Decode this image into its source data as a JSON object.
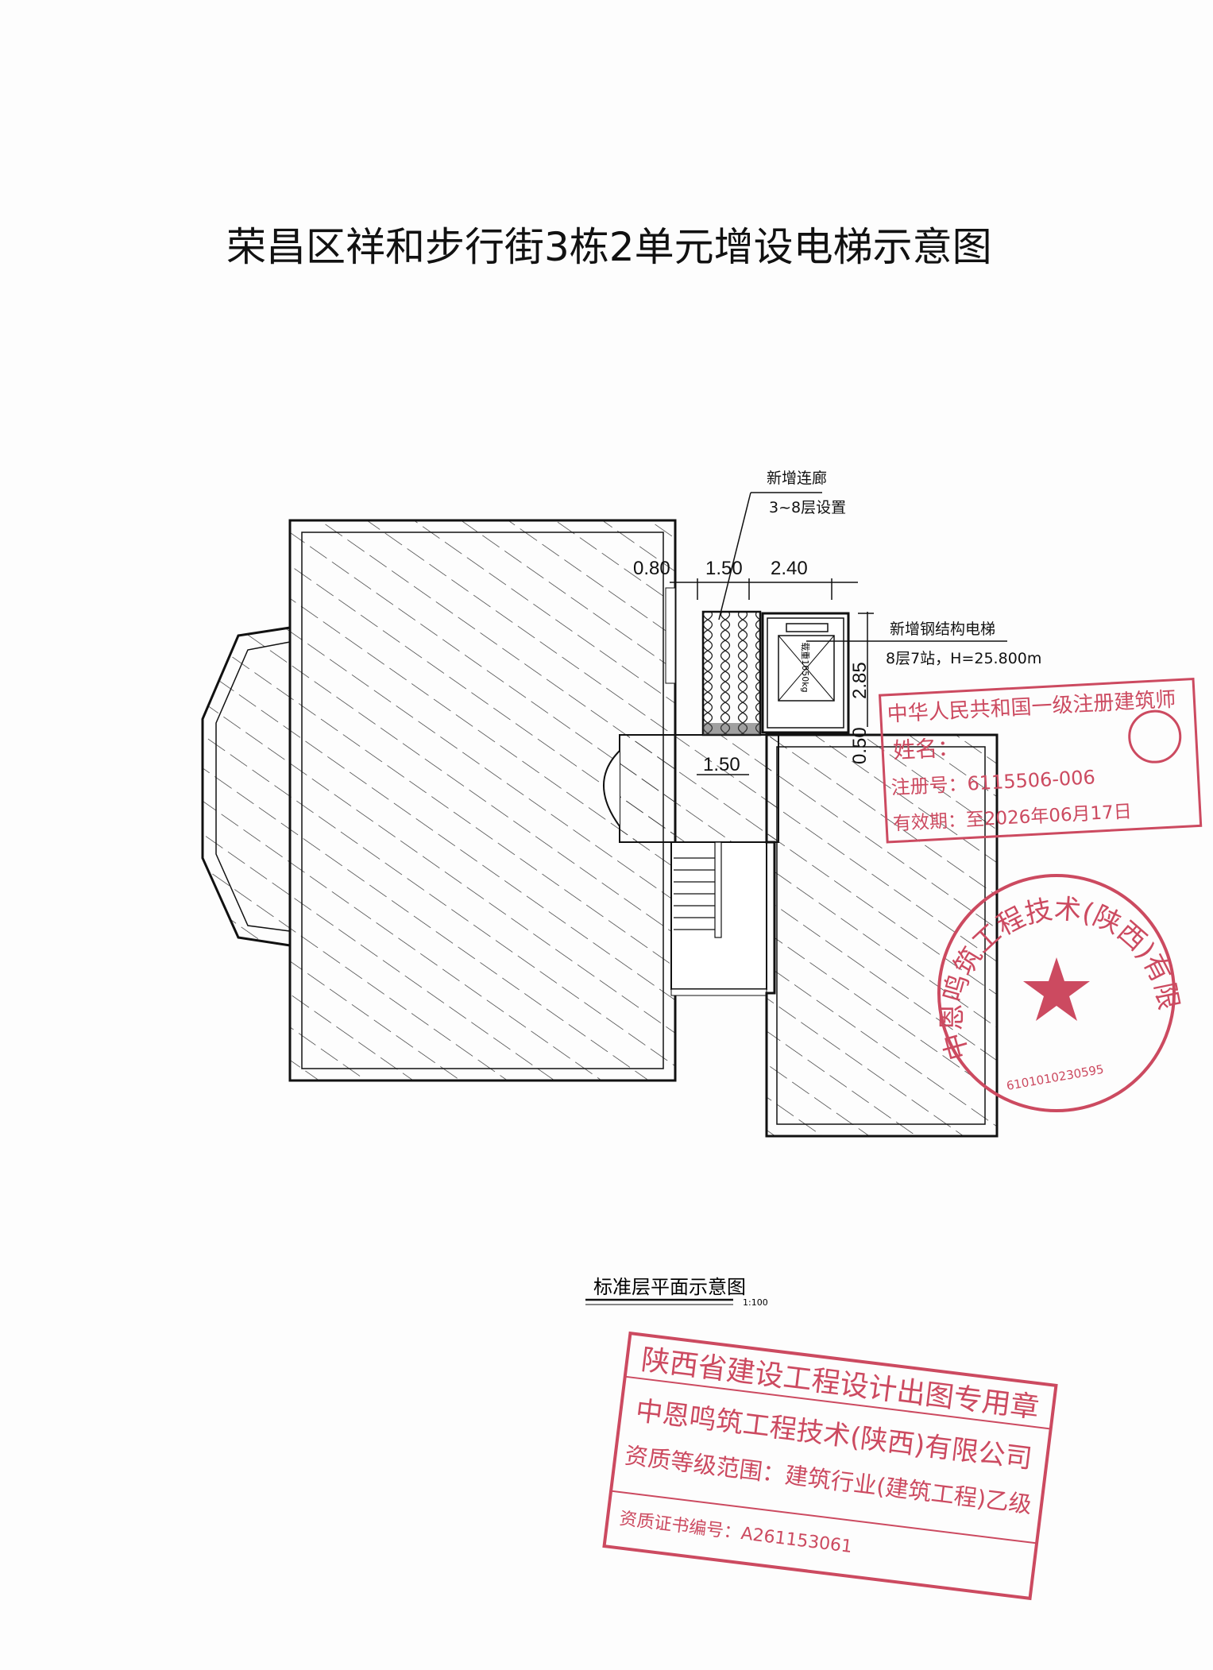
{
  "title": "荣昌区祥和步行街3栋2单元增设电梯示意图",
  "annotations": {
    "corridor_label": "新增连廊",
    "corridor_floors": "3~8层设置",
    "elevator_label": "新增钢结构电梯",
    "elevator_spec": "8层7站，H=25.800m",
    "elevator_car": "载重1050kg"
  },
  "dimensions": {
    "gap": "0.80",
    "corridor_width": "1.50",
    "shaft_width": "2.40",
    "shaft_depth": "2.85",
    "offset": "0.50",
    "lower_width": "1.50"
  },
  "caption": {
    "text": "标准层平面示意图",
    "scale": "1:100"
  },
  "stamps": {
    "architect": {
      "title": "中华人民共和国一级注册建筑师",
      "name_label": "姓名：",
      "reg_no": "注册号：6115506-006",
      "valid": "有效期：至2026年06月17日"
    },
    "company_seal": {
      "text": "中恩鸣筑工程技术(陕西)有限公司",
      "code": "6101010230595"
    },
    "design_seal": {
      "line1": "陕西省建设工程设计出图专用章",
      "line2": "中恩鸣筑工程技术(陕西)有限公司",
      "line3": "资质等级范围：建筑行业(建筑工程)乙级",
      "line4": "资质证书编号：A261153061"
    }
  },
  "colors": {
    "stamp": "#c8344a",
    "ink": "#111111"
  }
}
